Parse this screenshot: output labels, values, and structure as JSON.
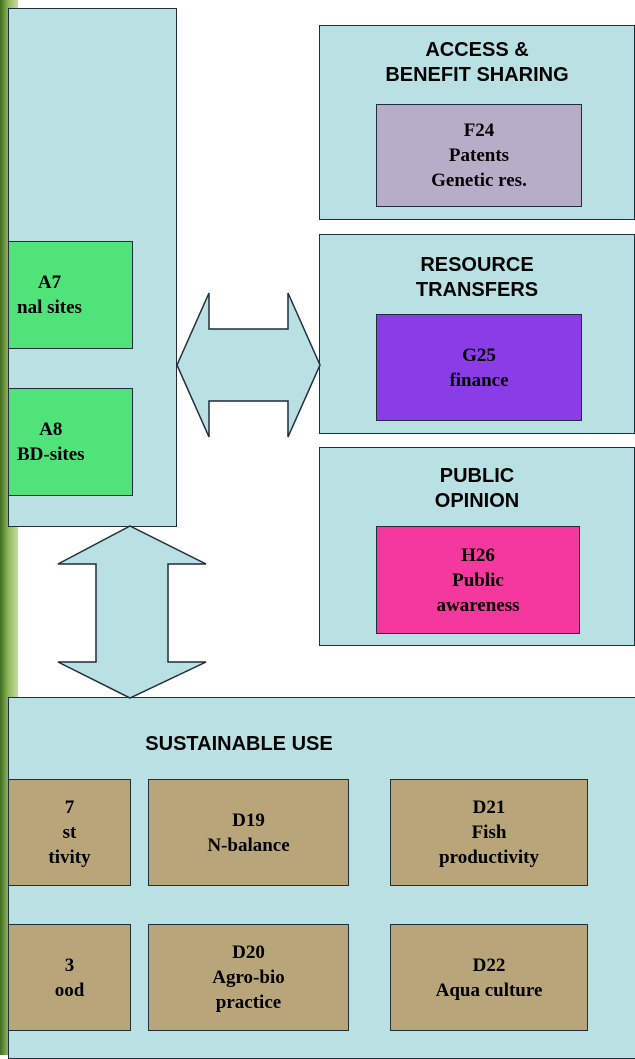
{
  "panels": {
    "left_top": {},
    "access": {
      "title": "ACCESS &\nBENEFIT SHARING",
      "box": "F24\nPatents\nGenetic res."
    },
    "resource": {
      "title": "RESOURCE\nTRANSFERS",
      "box": "G25\nfinance"
    },
    "opinion": {
      "title": "PUBLIC\nOPINION",
      "box": "H26\nPublic\nawareness"
    },
    "sustainable": {
      "title": "SUSTAINABLE USE"
    }
  },
  "left_boxes": [
    {
      "text": "A7\nnal sites"
    },
    {
      "text": "A8\nBD-sites"
    }
  ],
  "sustainable_boxes": [
    {
      "text": "7\nst\ntivity"
    },
    {
      "text": "D19\nN-balance"
    },
    {
      "text": "D21\nFish\nproductivity"
    },
    {
      "text": "3\nood"
    },
    {
      "text": "D20\nAgro-bio\npractice"
    },
    {
      "text": "D22\nAqua culture"
    }
  ],
  "colors": {
    "panel": "#b9e0e3",
    "green": "#4fe37a",
    "mauve": "#b8adc9",
    "purple": "#8a3ce6",
    "pink": "#f5389d",
    "tan": "#b9a57a"
  }
}
